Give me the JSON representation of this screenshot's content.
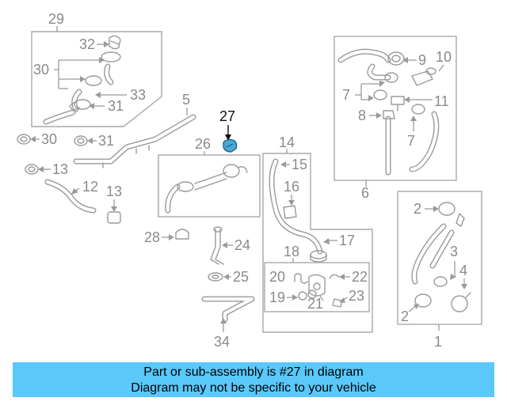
{
  "diagram": {
    "highlight_color": "#4aa8d8",
    "callouts": {
      "c1": "1",
      "c2a": "2",
      "c2b": "2",
      "c3": "3",
      "c4": "4",
      "c5": "5",
      "c6": "6",
      "c7a": "7",
      "c7b": "7",
      "c8": "8",
      "c9": "9",
      "c10": "10",
      "c11": "11",
      "c12": "12",
      "c13": "13",
      "c13b": "13",
      "c14": "14",
      "c15": "15",
      "c16": "16",
      "c17": "17",
      "c18": "18",
      "c19": "19",
      "c20": "20",
      "c21": "21",
      "c22": "22",
      "c23": "23",
      "c24": "24",
      "c25": "25",
      "c26": "26",
      "c27": "27",
      "c28": "28",
      "c29": "29",
      "c30a": "30",
      "c30b": "30",
      "c31a": "31",
      "c31b": "31",
      "c32": "32",
      "c33": "33",
      "c34": "34"
    }
  },
  "banner": {
    "line1": "Part or sub-assembly is #27 in diagram",
    "line2": "Diagram may not be specific to your vehicle",
    "color": "#5ac8fa"
  }
}
